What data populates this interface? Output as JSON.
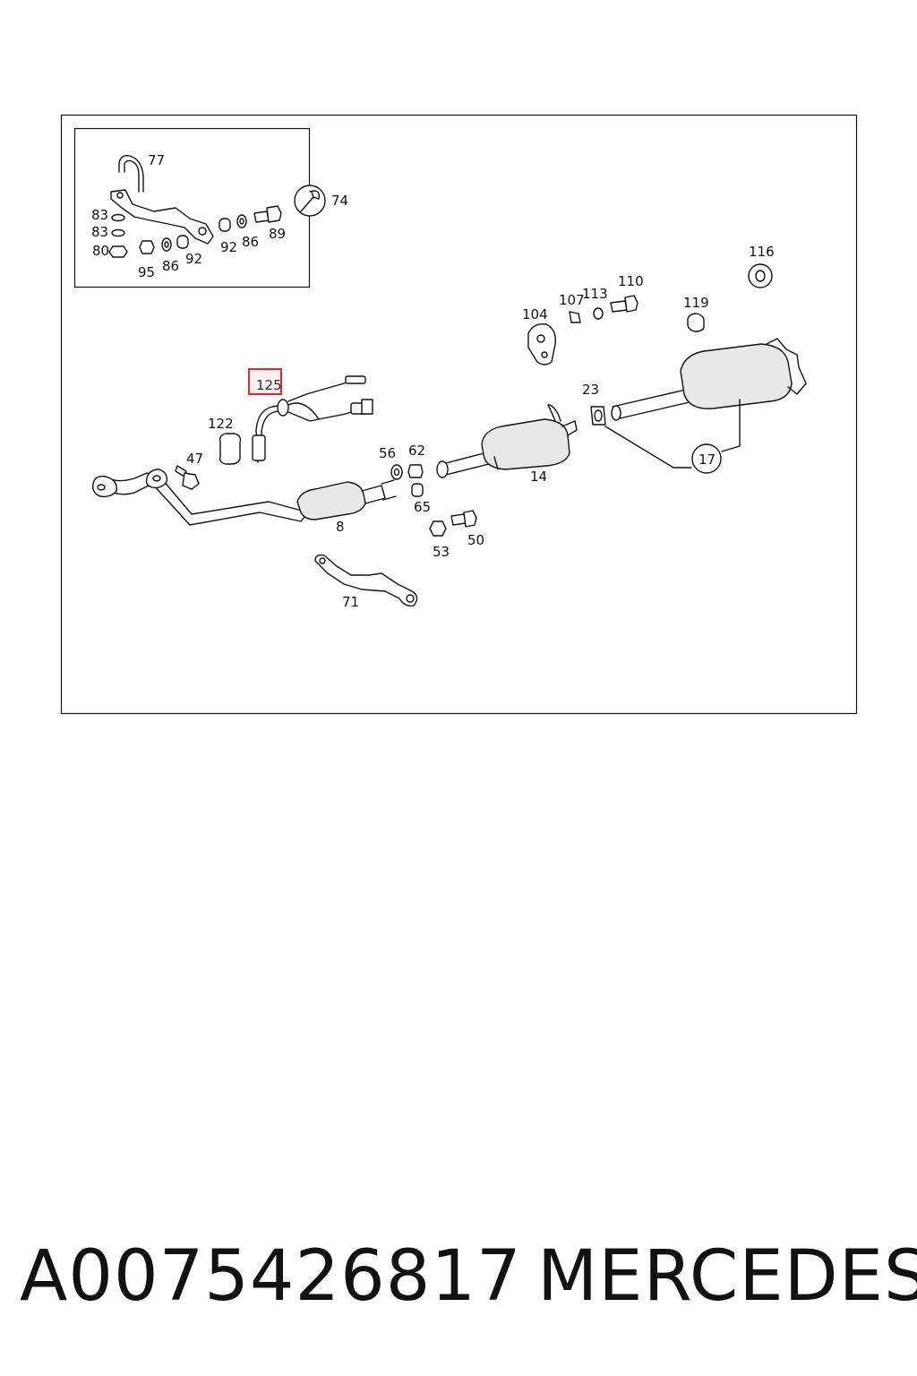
{
  "diagram": {
    "callouts": {
      "c77": "77",
      "c74": "74",
      "c83a": "83",
      "c83b": "83",
      "c80": "80",
      "c95": "95",
      "c86a": "86",
      "c92a": "92",
      "c92b": "92",
      "c86b": "86",
      "c89": "89",
      "c116": "116",
      "c110": "110",
      "c113": "113",
      "c107": "107",
      "c104": "104",
      "c119": "119",
      "c125": "125",
      "c122": "122",
      "c47": "47",
      "c23": "23",
      "c56": "56",
      "c62": "62",
      "c14": "14",
      "c65": "65",
      "c8": "8",
      "c17": "17",
      "c53": "53",
      "c50": "50",
      "c71": "71"
    },
    "highlighted_part": "125",
    "highlight_color": "#e0262b"
  },
  "caption": {
    "part_number": "A0075426817",
    "brand": "MERCEDES"
  }
}
